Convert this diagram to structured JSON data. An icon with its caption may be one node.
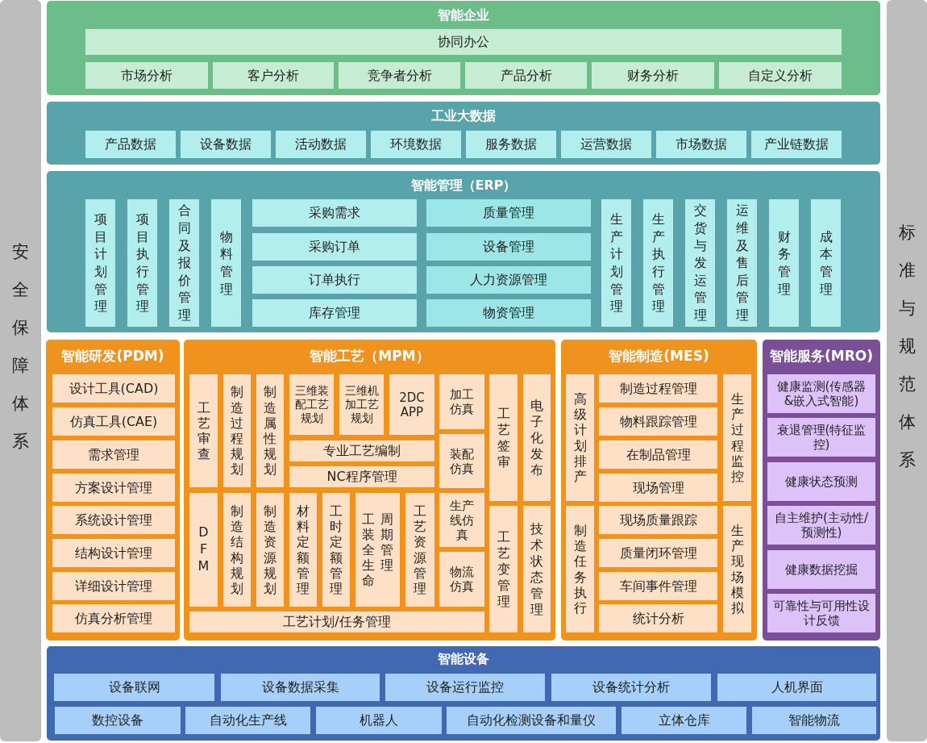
{
  "diagram": {
    "nodes": [
      {
        "text": [
          "安全保障体系"
        ]
      },
      {
        "text": [
          "智能企业"
        ]
      },
      {
        "text": [
          "协同办公"
        ],
        "in": 1
      },
      {
        "text": [
          "市场分析"
        ],
        "in": 1
      },
      {
        "text": [
          "客户分析"
        ],
        "in": 1
      },
      {
        "text": [
          "竞争者分析"
        ],
        "in": 1
      },
      {
        "text": [
          "产品分析"
        ],
        "in": 1
      },
      {
        "text": [
          "财务分析"
        ],
        "in": 1
      },
      {
        "text": [
          "自定义分析"
        ],
        "in": 1
      },
      {
        "text": [
          "工业大数据"
        ]
      },
      {
        "text": [
          "产品数据"
        ],
        "in": 9
      },
      {
        "text": [
          "设备数据"
        ],
        "in": 9
      },
      {
        "text": [
          "活动数据"
        ],
        "in": 9
      },
      {
        "text": [
          "环境数据"
        ],
        "in": 9
      },
      {
        "text": [
          "服务数据"
        ],
        "in": 9
      },
      {
        "text": [
          "运营数据"
        ],
        "in": 9
      },
      {
        "text": [
          "市场数据"
        ],
        "in": 9
      },
      {
        "text": [
          "产业链数据"
        ],
        "in": 9
      },
      {
        "text": [
          "智能管理（ERP）"
        ]
      },
      {
        "text": [
          "项目计划管理"
        ],
        "in": 18
      },
      {
        "text": [
          "项目执行管理"
        ],
        "in": 18
      },
      {
        "text": [
          "合同及报价管理"
        ],
        "in": 18
      },
      {
        "text": [
          "物料管理"
        ],
        "in": 18
      },
      {
        "text": [
          "采购需求"
        ],
        "in": 18
      },
      {
        "text": [
          "采购订单"
        ],
        "in": 18
      },
      {
        "text": [
          "订单执行"
        ],
        "in": 18
      },
      {
        "text": [
          "库存管理"
        ],
        "in": 18
      },
      {
        "text": [
          "质量管理"
        ],
        "in": 18
      },
      {
        "text": [
          "设备管理"
        ],
        "in": 18
      },
      {
        "text": [
          "人力资源管理"
        ],
        "in": 18
      },
      {
        "text": [
          "物资管理"
        ],
        "in": 18
      },
      {
        "text": [
          "生产计划管理"
        ],
        "in": 18
      },
      {
        "text": [
          "生产执行管理"
        ],
        "in": 18
      },
      {
        "text": [
          "交货与发运管理"
        ],
        "in": 18
      },
      {
        "text": [
          "运维及售后管理"
        ],
        "in": 18
      },
      {
        "text": [
          "财务管理"
        ],
        "in": 18
      },
      {
        "text": [
          "成本管理"
        ],
        "in": 18
      },
      {
        "text": [
          "智能研发(PDM)"
        ]
      },
      {
        "text": [
          "设计工具(CAD)"
        ],
        "in": 37
      },
      {
        "text": [
          "仿真工具(CAE)"
        ],
        "in": 37
      },
      {
        "text": [
          "需求管理"
        ],
        "in": 37
      },
      {
        "text": [
          "方案设计管理"
        ],
        "in": 37
      },
      {
        "text": [
          "系统设计管理"
        ],
        "in": 37
      },
      {
        "text": [
          "结构设计管理"
        ],
        "in": 37
      },
      {
        "text": [
          "详细设计管理"
        ],
        "in": 37
      },
      {
        "text": [
          "仿真分析管理"
        ],
        "in": 37
      },
      {
        "text": [
          "智能工艺（MPM）"
        ]
      },
      {
        "text": [
          "工艺审查"
        ],
        "in": 46
      },
      {
        "text": [
          "制造过程规划"
        ],
        "in": 46
      },
      {
        "text": [
          "制造属性规划"
        ],
        "in": 46
      },
      {
        "text": [
          "三维装配工艺规划"
        ],
        "in": 46
      },
      {
        "text": [
          "三维机加工艺规划"
        ],
        "in": 46
      },
      {
        "text": [
          "2DC APP"
        ],
        "in": 46
      },
      {
        "text": [
          "加工仿真"
        ],
        "in": 46
      },
      {
        "text": [
          "工艺签审"
        ],
        "in": 46
      },
      {
        "text": [
          "电子化发布"
        ],
        "in": 46
      },
      {
        "text": [
          "专业工艺编制"
        ],
        "in": 46
      },
      {
        "text": [
          "NC程序管理"
        ],
        "in": 46
      },
      {
        "text": [
          "装配仿真"
        ],
        "in": 46
      },
      {
        "text": [
          "DFM"
        ],
        "in": 46
      },
      {
        "text": [
          "制造结构规划"
        ],
        "in": 46
      },
      {
        "text": [
          "制造资源规划"
        ],
        "in": 46
      },
      {
        "text": [
          "材料定额管理"
        ],
        "in": 46
      },
      {
        "text": [
          "工时定额管理"
        ],
        "in": 46
      },
      {
        "text": [
          "工装全生命周期管理"
        ],
        "in": 46
      },
      {
        "text": [
          "工艺资源管理"
        ],
        "in": 46
      },
      {
        "text": [
          "生产线仿真"
        ],
        "in": 46
      },
      {
        "text": [
          "物流仿真"
        ],
        "in": 46
      },
      {
        "text": [
          "工艺变管理"
        ],
        "in": 46
      },
      {
        "text": [
          "技术状态管理"
        ],
        "in": 46
      },
      {
        "text": [
          "工艺计划/任务管理"
        ],
        "in": 46
      },
      {
        "text": [
          "智能制造(MES)"
        ]
      },
      {
        "text": [
          "高级计划排产"
        ],
        "in": 71
      },
      {
        "text": [
          "制造过程管理"
        ],
        "in": 71
      },
      {
        "text": [
          "物料跟踪管理"
        ],
        "in": 71
      },
      {
        "text": [
          "在制品管理"
        ],
        "in": 71
      },
      {
        "text": [
          "现场管理"
        ],
        "in": 71
      },
      {
        "text": [
          "生产过程监控"
        ],
        "in": 71
      },
      {
        "text": [
          "制造任务执行"
        ],
        "in": 71
      },
      {
        "text": [
          "现场质量跟踪"
        ],
        "in": 71
      },
      {
        "text": [
          "质量闭环管理"
        ],
        "in": 71
      },
      {
        "text": [
          "车间事件管理"
        ],
        "in": 71
      },
      {
        "text": [
          "统计分析"
        ],
        "in": 71
      },
      {
        "text": [
          "生产现场模拟"
        ],
        "in": 71
      },
      {
        "text": [
          "智能服务(MRO)"
        ]
      },
      {
        "text": [
          "健康监测(传感器&嵌入式智能)"
        ],
        "in": 84
      },
      {
        "text": [
          "衰退管理(特征监控)"
        ],
        "in": 84
      },
      {
        "text": [
          "健康状态预测"
        ],
        "in": 84
      },
      {
        "text": [
          "自主维护(主动性/预测性)"
        ],
        "in": 84
      },
      {
        "text": [
          "健康数据挖掘"
        ],
        "in": 84
      },
      {
        "text": [
          "可靠性与可用性设计反馈"
        ],
        "in": 84
      },
      {
        "text": [
          "智能设备"
        ]
      },
      {
        "text": [
          "设备联网"
        ],
        "in": 91
      },
      {
        "text": [
          "设备数据采集"
        ],
        "in": 91
      },
      {
        "text": [
          "设备运行监控"
        ],
        "in": 91
      },
      {
        "text": [
          "设备统计分析"
        ],
        "in": 91
      },
      {
        "text": [
          "人机界面"
        ],
        "in": 91
      },
      {
        "text": [
          "数控设备"
        ],
        "in": 91
      },
      {
        "text": [
          "自动化生产线"
        ],
        "in": 91
      },
      {
        "text": [
          "机器人"
        ],
        "in": 91
      },
      {
        "text": [
          "自动化检测设备和量仪"
        ],
        "in": 91
      },
      {
        "text": [
          "立体仓库"
        ],
        "in": 91
      },
      {
        "text": [
          "智能物流"
        ],
        "in": 91
      },
      {
        "text": [
          "标准与规范体系"
        ]
      }
    ]
  }
}
